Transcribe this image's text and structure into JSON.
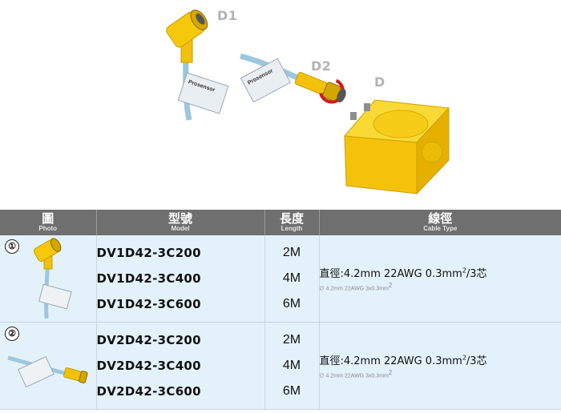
{
  "diagram": {
    "labels": [
      "D1",
      "D2",
      "D"
    ],
    "brand": "Prosensor"
  },
  "table": {
    "headers": [
      {
        "zh": "圖",
        "en": "Photo"
      },
      {
        "zh": "型號",
        "en": "Model"
      },
      {
        "zh": "長度",
        "en": "Length"
      },
      {
        "zh": "線徑",
        "en": "Cable Type"
      }
    ],
    "groups": [
      {
        "number": "①",
        "models": [
          "DV1D42-3C200",
          "DV1D42-3C400",
          "DV1D42-3C600"
        ],
        "lengths": [
          "2M",
          "4M",
          "6M"
        ],
        "cable_pre": "直徑:4.2mm  22AWG  0.3mm",
        "cable_sup": "2",
        "cable_post": "/3芯",
        "cable_sub_pre": "∅ 4.2mm 22AWG 3x0.3mm",
        "cable_sub_sup": "2"
      },
      {
        "number": "②",
        "models": [
          "DV2D42-3C200",
          "DV2D42-3C400",
          "DV2D42-3C600"
        ],
        "lengths": [
          "2M",
          "4M",
          "6M"
        ],
        "cable_pre": "直徑:4.2mm  22AWG  0.3mm",
        "cable_sup": "2",
        "cable_post": "/3芯",
        "cable_sub_pre": "∅ 4.2mm 22AWG 3x0.3mm",
        "cable_sub_sup": "2"
      }
    ]
  }
}
